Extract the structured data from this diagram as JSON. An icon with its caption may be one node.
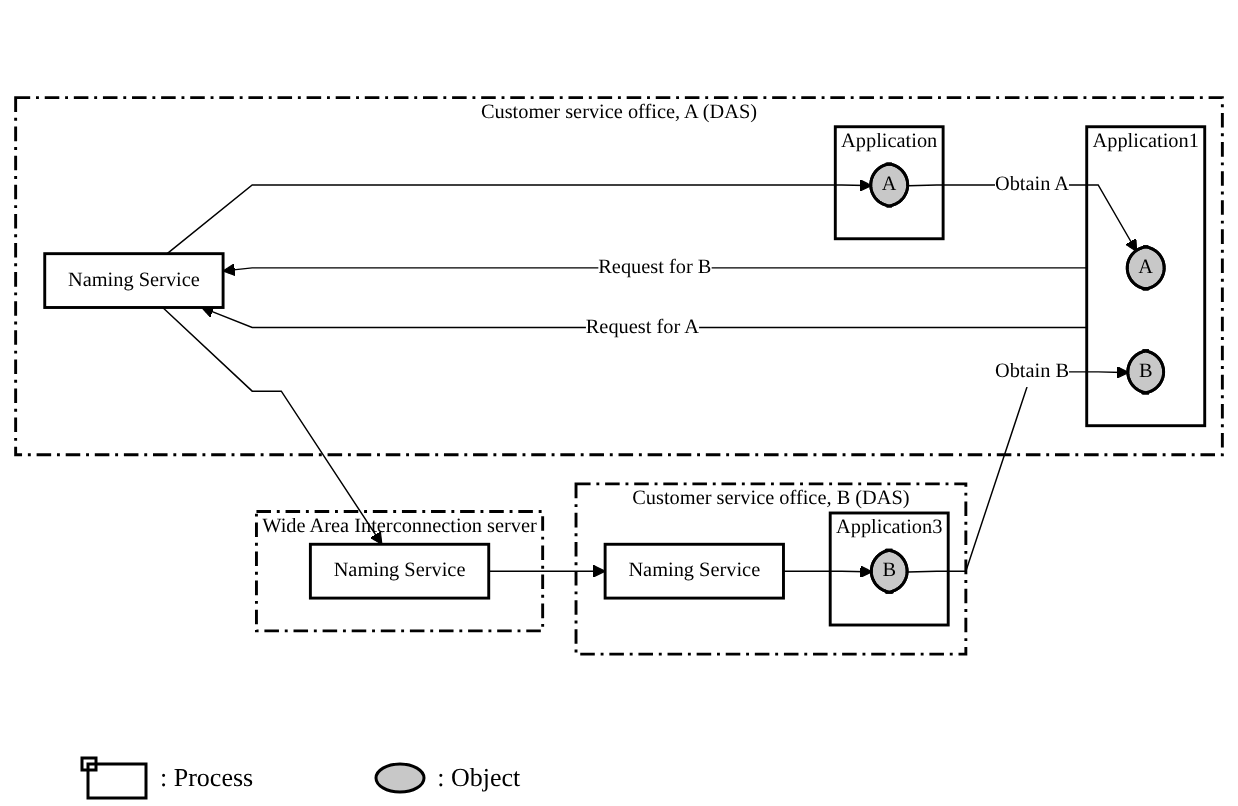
{
  "diagram": {
    "nodes": [
      {
        "text": [
          "Wide Area Interconnection server"
        ]
      },
      {
        "text": [
          "Naming Service"
        ],
        "in": 0
      },
      {
        "text": [
          "Customer service office, A (DAS)"
        ]
      },
      {
        "text": [
          "Naming Service"
        ],
        "in": 2
      },
      {
        "text": [
          "Application"
        ],
        "in": 2
      },
      {
        "text": [
          "A"
        ],
        "in": 4
      },
      {
        "text": [
          "Application1"
        ],
        "in": 2
      },
      {
        "text": [
          "A"
        ],
        "in": 6
      },
      {
        "text": [
          "B"
        ],
        "in": 6
      },
      {
        "text": [
          "Customer service office, B (DAS)"
        ]
      },
      {
        "text": [
          "Naming Service"
        ],
        "in": 9
      },
      {
        "text": [
          "Application3"
        ],
        "in": 9
      },
      {
        "text": [
          "B"
        ],
        "in": 11
      }
    ],
    "edges": [
      {
        "from": 6,
        "to": 3,
        "arrow": "to",
        "label": "Request for B"
      },
      {
        "from": 3,
        "to": 1,
        "arrow": "to"
      },
      {
        "from": 1,
        "to": 10,
        "arrow": "to"
      },
      {
        "from": 10,
        "to": 12,
        "arrow": "to"
      },
      {
        "from": 12,
        "to": 8,
        "arrow": "to",
        "label": "Obtain B"
      },
      {
        "from": 6,
        "to": 3,
        "arrow": "to",
        "label": "Request for A"
      },
      {
        "from": 3,
        "to": 5,
        "arrow": "to"
      },
      {
        "from": 5,
        "to": 7,
        "arrow": "to",
        "label": "Obtain A"
      }
    ],
    "legend": [
      {
        "text": ": Process"
      },
      {
        "text": ": Object"
      }
    ]
  }
}
